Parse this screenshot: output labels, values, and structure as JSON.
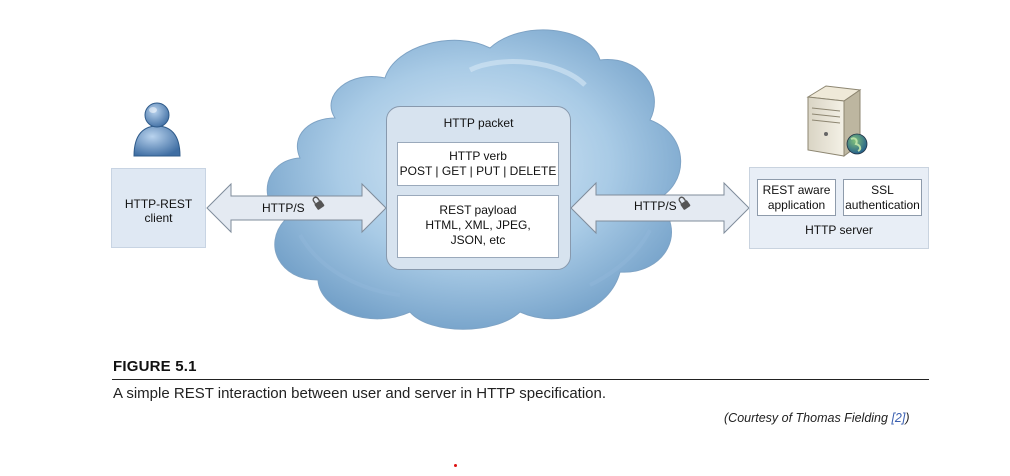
{
  "diagram": {
    "client_title": "HTTP-REST",
    "client_subtitle": "client",
    "left_link_label": "HTTP/S",
    "right_link_label": "HTTP/S",
    "packet_title": "HTTP packet",
    "verb_title": "HTTP verb",
    "verb_list": "POST | GET | PUT | DELETE",
    "payload_title": "REST payload",
    "payload_line1": "HTML, XML, JPEG,",
    "payload_line2": "JSON, etc",
    "server_app_line1": "REST aware",
    "server_app_line2": "application",
    "server_ssl_line1": "SSL",
    "server_ssl_line2": "authentication",
    "server_title": "HTTP server",
    "icons": [
      "user-icon",
      "server-icon",
      "globe-icon",
      "lock-icon",
      "cloud-icon"
    ],
    "colors": {
      "cloud": "#a9cbe6",
      "arrow": "#e4eaf2",
      "box": "#dfe8f3"
    }
  },
  "figure": {
    "label": "FIGURE 5.1",
    "caption": "A simple REST interaction between user and server in HTTP specification.",
    "credit_prefix": "(Courtesy of Thomas Fielding ",
    "credit_ref": "[2]",
    "credit_suffix": ")"
  }
}
